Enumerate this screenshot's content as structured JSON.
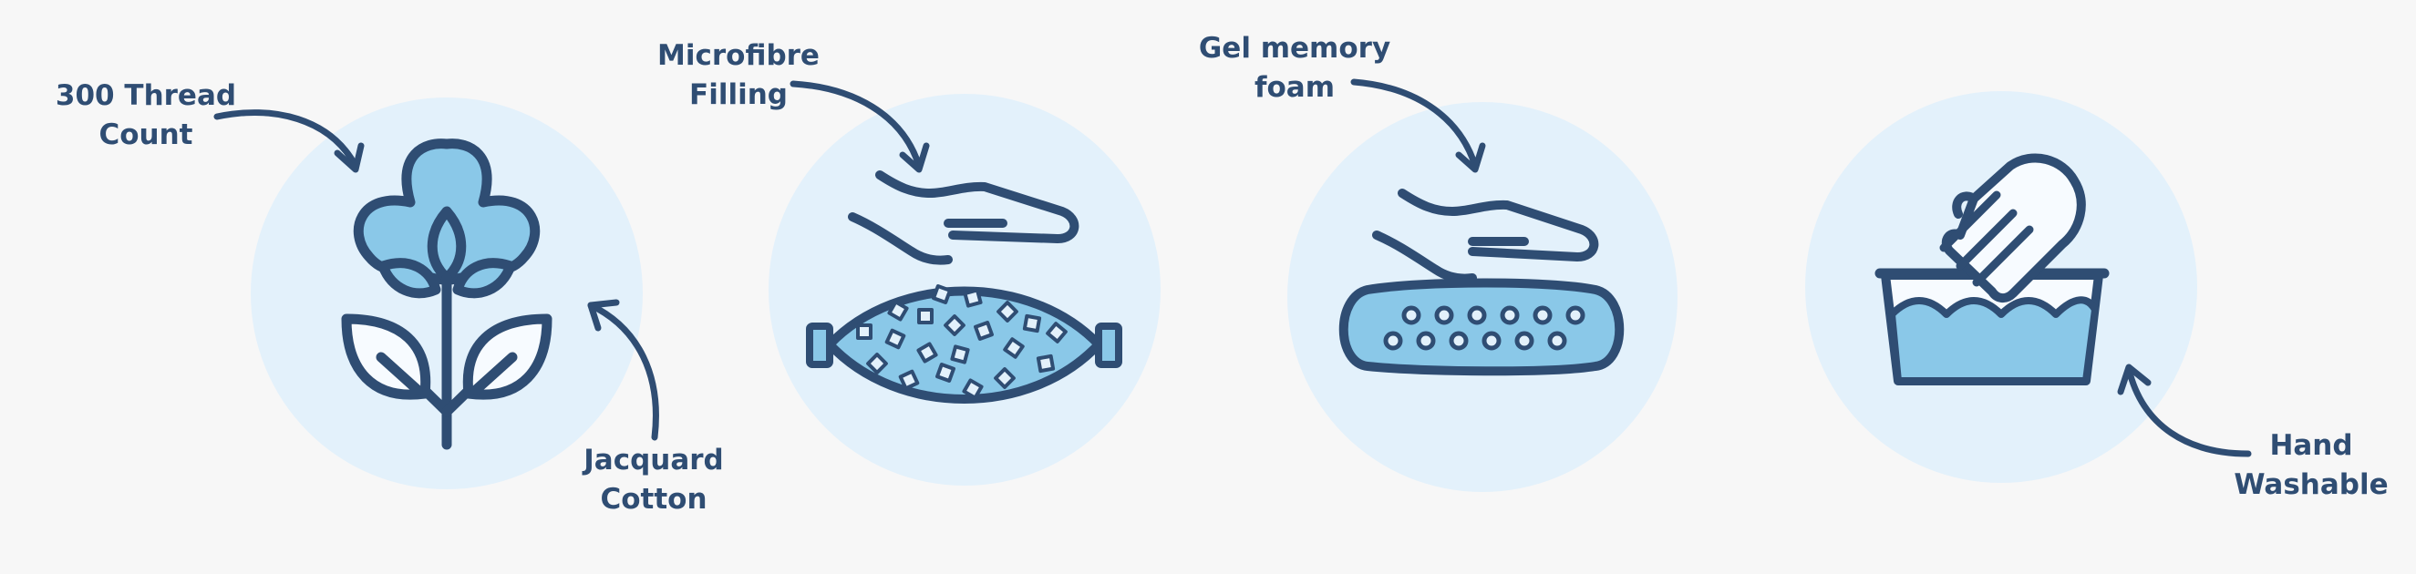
{
  "colors": {
    "background": "#f7f7f7",
    "circle": "#e3f1fb",
    "fill": "#8ac8e8",
    "stroke": "#2f4d73"
  },
  "features": [
    {
      "icon": "cotton-flower-icon",
      "label_lines": [
        "300 Thread",
        "Count"
      ]
    },
    {
      "icon": "pillow-microfibre-icon",
      "label_lines": [
        "Microfibre",
        "Filling"
      ]
    },
    {
      "icon": "gel-foam-pillow-icon",
      "label_lines": [
        "Gel memory",
        "foam"
      ]
    },
    {
      "icon": "hand-wash-basin-icon",
      "label_lines": [
        "Hand",
        "Washable"
      ]
    }
  ],
  "extra_labels": {
    "jacquard": [
      "Jacquard",
      "Cotton"
    ]
  }
}
